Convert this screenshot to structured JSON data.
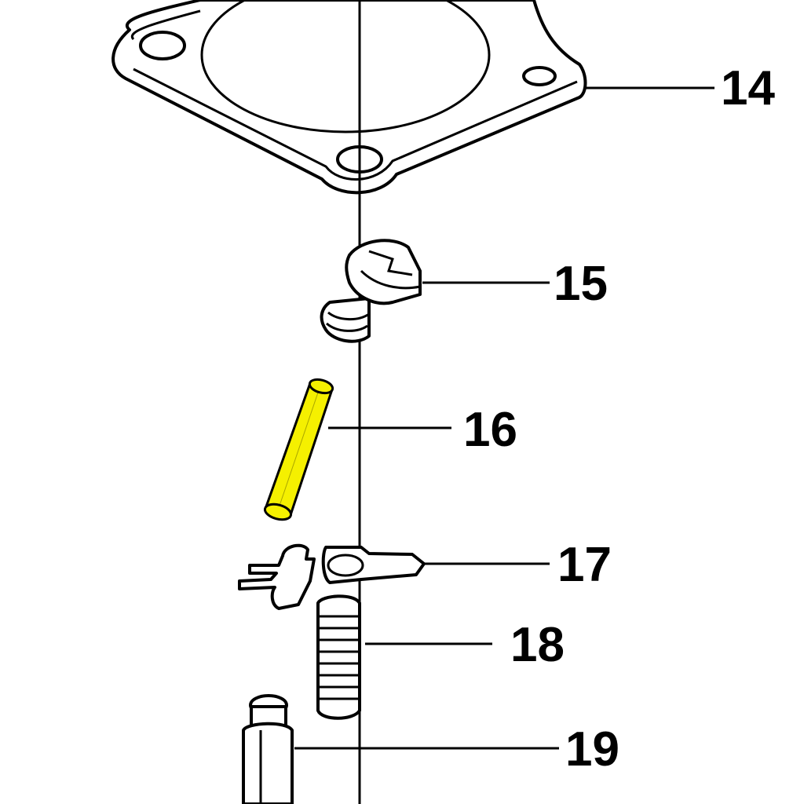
{
  "diagram": {
    "type": "exploded parts diagram",
    "highlight_color": "#f5f000",
    "parts": [
      {
        "id": "gasket",
        "label": "14"
      },
      {
        "id": "screw",
        "label": "15"
      },
      {
        "id": "pin",
        "label": "16",
        "highlighted": true
      },
      {
        "id": "clip",
        "label": "17"
      },
      {
        "id": "spring",
        "label": "18"
      },
      {
        "id": "nut",
        "label": "19"
      }
    ]
  }
}
